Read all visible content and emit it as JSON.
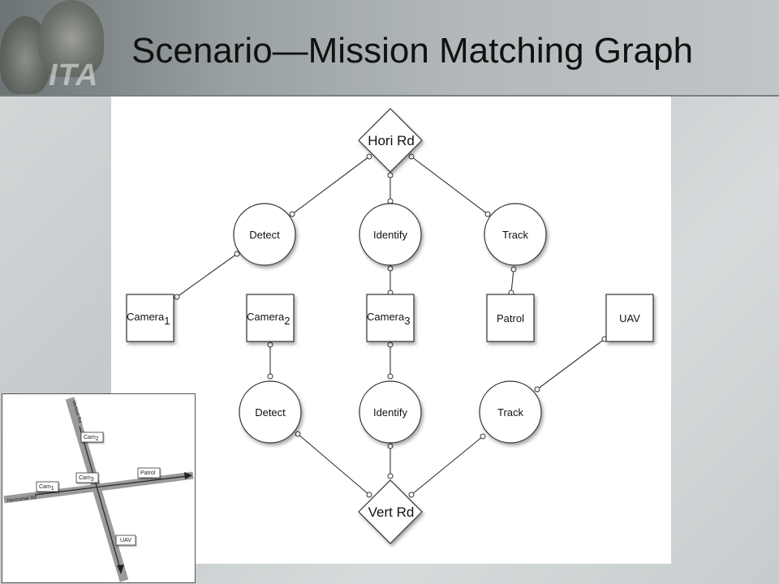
{
  "title": "Scenario—Mission Matching Graph",
  "logo_text": "ITA",
  "graph": {
    "top_node": "Hori Rd",
    "bottom_node": "Vert Rd",
    "upper_tasks": [
      "Detect",
      "Identify",
      "Track"
    ],
    "lower_tasks": [
      "Detect",
      "Identify",
      "Track"
    ],
    "assets": [
      {
        "name": "Camera",
        "sub": "1"
      },
      {
        "name": "Camera",
        "sub": "2"
      },
      {
        "name": "Camera",
        "sub": "3"
      },
      {
        "name": "Patrol",
        "sub": ""
      },
      {
        "name": "UAV",
        "sub": ""
      }
    ]
  },
  "inset_map": {
    "vertical_road": "Vertical Rd",
    "horizontal_road": "Horizontal Rd",
    "labels": [
      {
        "name": "Cam",
        "sub": "2"
      },
      {
        "name": "Cam",
        "sub": "3"
      },
      {
        "name": "Cam",
        "sub": "1"
      },
      {
        "name": "Patrol",
        "sub": ""
      },
      {
        "name": "UAV",
        "sub": ""
      }
    ]
  },
  "colors": {
    "node_stroke": "#333333",
    "node_fill": "#ffffff",
    "road": "#9a9a9a"
  }
}
